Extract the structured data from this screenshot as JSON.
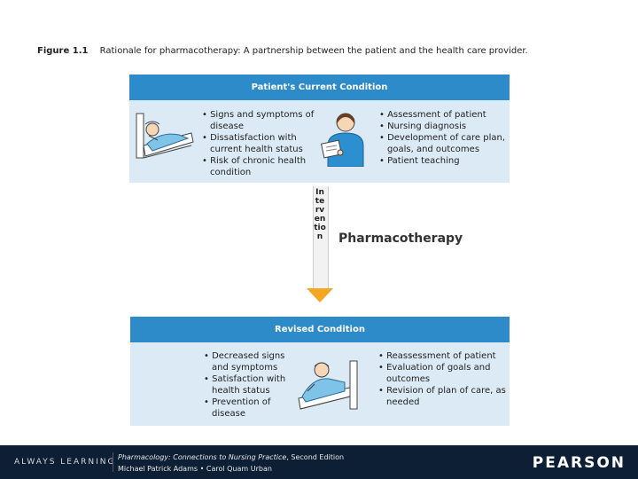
{
  "caption": {
    "figure_number": "Figure 1.1",
    "text": "Rationale for pharmacotherapy: A partnership between the patient and the health care provider."
  },
  "top_panel": {
    "title": "Patient's Current Condition",
    "patient_items": [
      "Signs and symptoms of disease",
      "Dissatisfaction with current health status",
      "Risk of chronic health condition"
    ],
    "provider_items": [
      "Assessment of patient",
      "Nursing diagnosis",
      "Development of care plan, goals, and outcomes",
      "Patient teaching"
    ]
  },
  "arrow": {
    "vertical_word": "Intervention",
    "label": "Pharmacotherapy"
  },
  "bottom_panel": {
    "title": "Revised Condition",
    "patient_items": [
      "Decreased signs and symptoms",
      "Satisfaction with health status",
      "Prevention of disease"
    ],
    "provider_items": [
      "Reassessment of patient",
      "Evaluation of goals and outcomes",
      "Revision of plan of care, as needed"
    ]
  },
  "footer": {
    "tagline": "ALWAYS LEARNING",
    "book_title": "Pharmacology: Connections to Nursing Practice",
    "edition": ", Second Edition",
    "authors": "Michael Patrick Adams • Carol Quam Urban",
    "brand": "PEARSON"
  },
  "colors": {
    "panel_header": "#2e8bc9",
    "panel_body": "#dbeaf5",
    "arrow_head": "#f5a623",
    "footer_bg": "#0c1f35"
  }
}
